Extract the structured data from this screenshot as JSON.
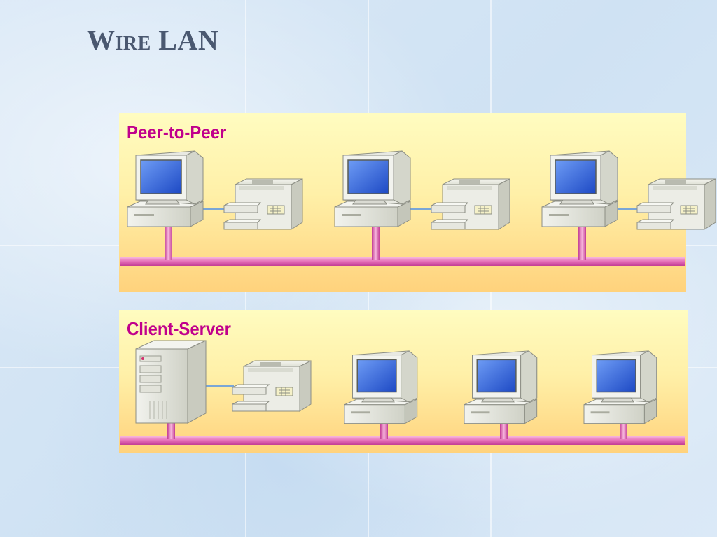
{
  "slide": {
    "title": "Wire LAN"
  },
  "peer_to_peer": {
    "label": "Peer-to-Peer"
  },
  "client_server": {
    "label": "Client-Server"
  },
  "colors": {
    "label": "#c0008c",
    "cable": "#e070b8",
    "screen": "#2f63d8",
    "link": "#7aa6d6"
  }
}
